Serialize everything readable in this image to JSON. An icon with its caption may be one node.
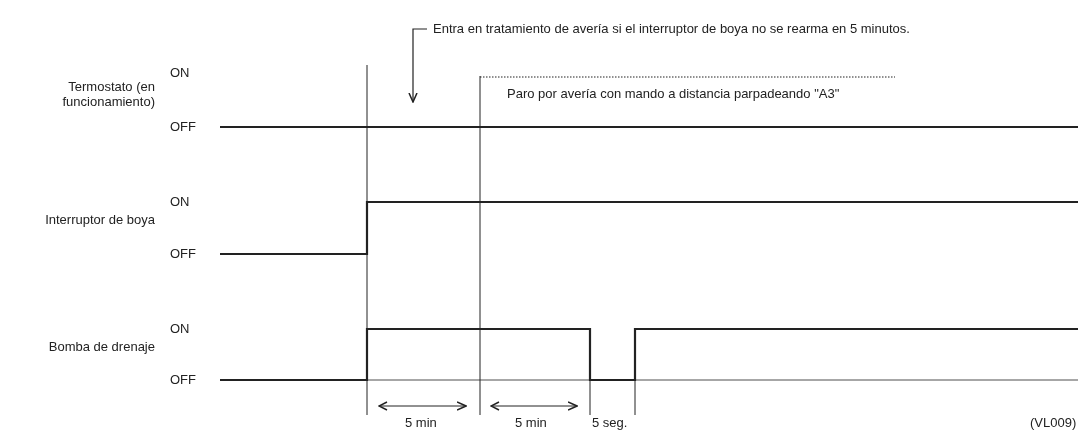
{
  "diagram": {
    "labels": [
      "Entra en tratamiento de avería si el interruptor de boya no se rearma en 5 minutos.",
      "Termostato (en funcionamiento)",
      "ON",
      "Paro por avería con mando a distancia parpadeando \"A3\"",
      "OFF",
      "ON",
      "Interruptor de boya",
      "OFF",
      "ON",
      "Bomba de drenaje",
      "OFF",
      "5 min",
      "5 min",
      "5 seg.",
      "(VL009)"
    ]
  }
}
